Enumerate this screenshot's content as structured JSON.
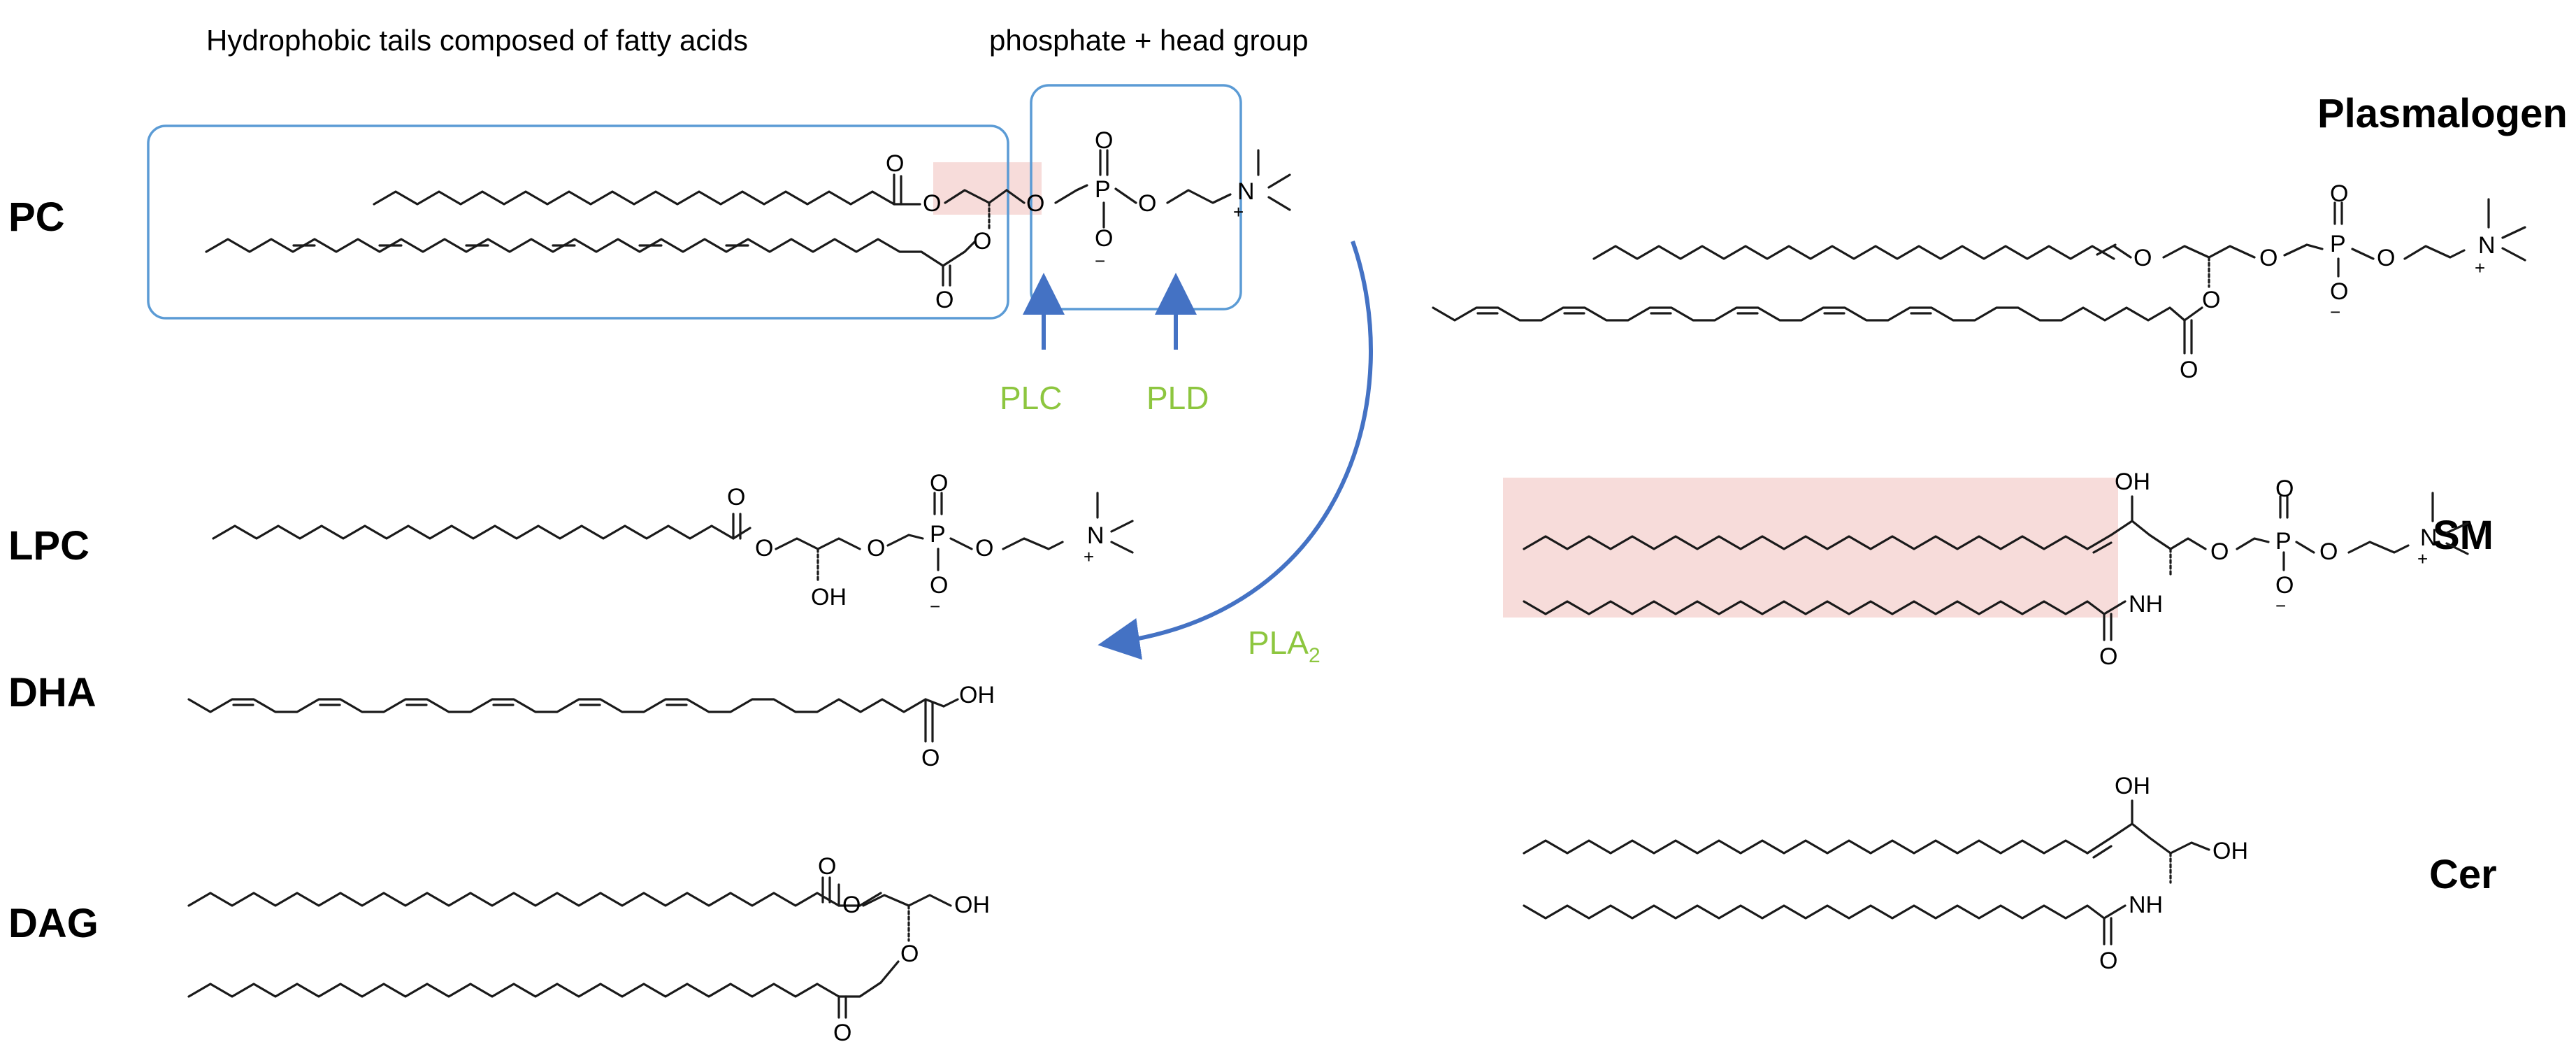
{
  "headers": {
    "tails": "Hydrophobic tails composed of fatty acids",
    "head": "phosphate + head group"
  },
  "molecules": {
    "pc": "PC",
    "lpc": "LPC",
    "dha": "DHA",
    "dag": "DAG",
    "plasmalogen": "Plasmalogen",
    "sm": "SM",
    "cer": "Cer"
  },
  "enzymes": {
    "plc": "PLC",
    "pld": "PLD",
    "pla2_main": "PLA",
    "pla2_sub": "2"
  },
  "atoms": {
    "O": "O",
    "P": "P",
    "N": "N",
    "OH": "OH",
    "NH": "NH",
    "minus": "−",
    "plus": "+"
  },
  "colors": {
    "box": "#5b9bd5",
    "arrow": "#4472c4",
    "enzyme_text": "#8dc63f",
    "highlight": "#f2c9c6"
  }
}
